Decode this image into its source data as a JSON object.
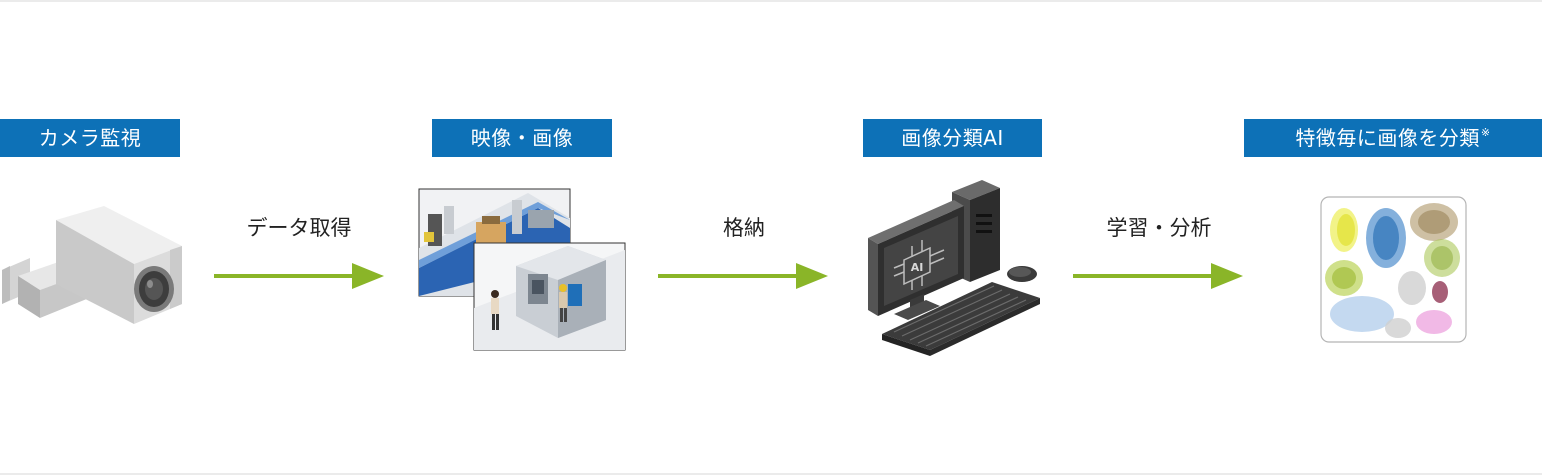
{
  "stages": [
    {
      "label": "カメラ監視",
      "icon": "security-camera-icon"
    },
    {
      "label": "映像・画像",
      "icon": "factory-images-icon"
    },
    {
      "label": "画像分類AI",
      "icon": "ai-computer-icon"
    },
    {
      "label": "特徴毎に画像を分類",
      "note_mark": "※",
      "icon": "cluster-plot-icon"
    }
  ],
  "transitions": [
    {
      "label": "データ取得"
    },
    {
      "label": "格納"
    },
    {
      "label": "学習・分析"
    }
  ],
  "ai_chip_text": "AI",
  "colors": {
    "label_bg": "#0d71b7",
    "arrow": "#8ab528"
  }
}
